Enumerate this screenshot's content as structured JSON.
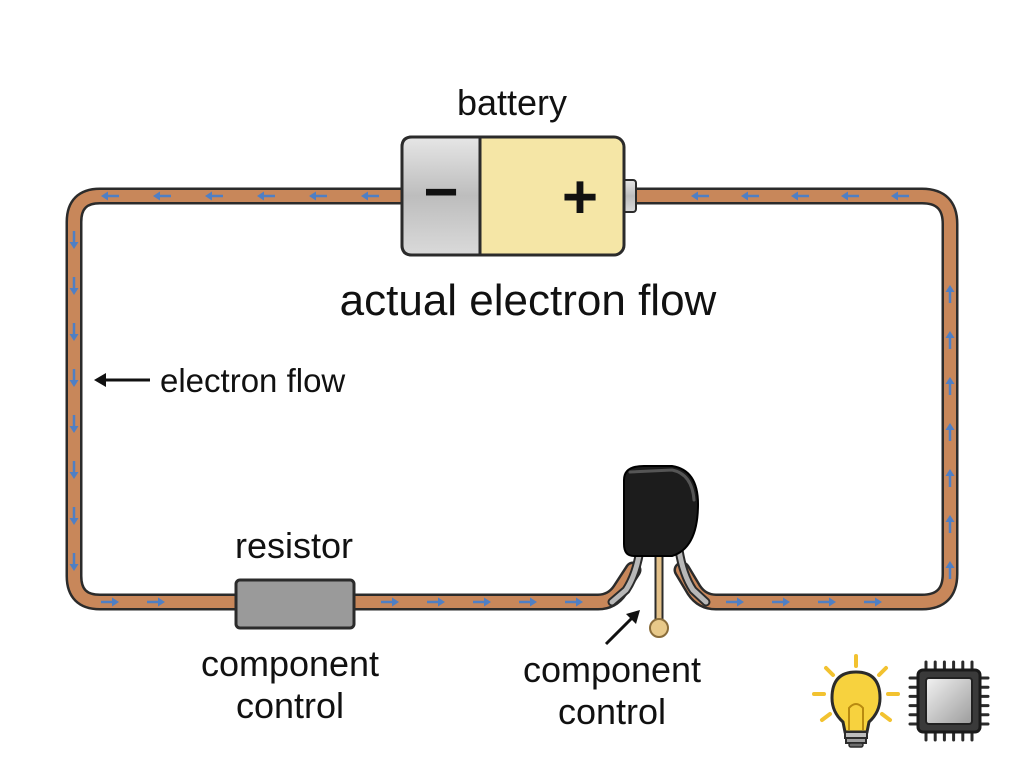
{
  "labels": {
    "battery": "battery",
    "minus": "−",
    "plus": "+",
    "actual_flow": "actual electron flow",
    "electron_flow": "electron flow",
    "resistor": "resistor",
    "resistor_caption_1": "component",
    "resistor_caption_2": "control",
    "transistor_caption_1": "component",
    "transistor_caption_2": "control"
  },
  "icons": [
    "light-bulb-icon",
    "microchip-icon"
  ],
  "colors": {
    "wire": "#c8875a",
    "wire_edge": "#2b2b2b",
    "arrow": "#4f7fc4",
    "battery_body": "#f5e6a6",
    "battery_cap": "#c9c9c9",
    "resistor": "#9a9a9a",
    "transistor": "#1c1c1c",
    "bulb": "#f7d23e"
  }
}
